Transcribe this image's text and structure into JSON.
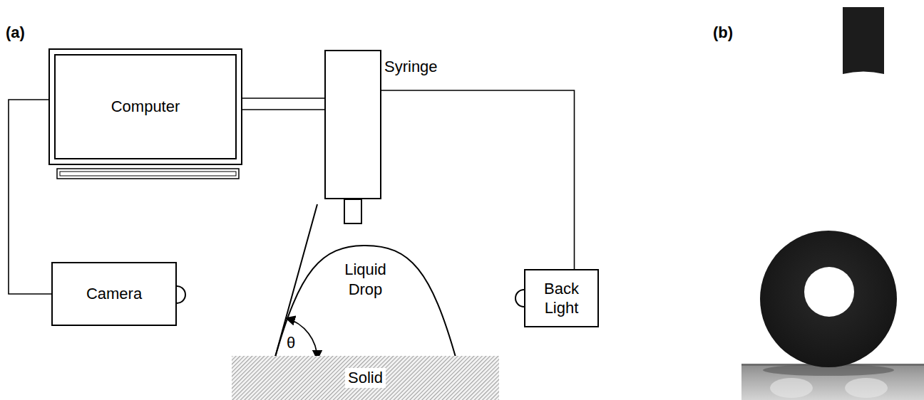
{
  "diagram": {
    "nodes": [
      {
        "text": [
          "Computer"
        ]
      },
      {
        "text": [
          "Syringe"
        ]
      },
      {
        "text": [
          "Camera"
        ]
      },
      {
        "text": [
          "Liquid Drop"
        ]
      },
      {
        "text": [
          "Back Light"
        ]
      },
      {
        "text": [
          "Solid"
        ]
      }
    ],
    "edges": [
      {
        "from": 0,
        "to": 1,
        "arrow": "none"
      },
      {
        "from": 0,
        "to": 1,
        "arrow": "none"
      },
      {
        "from": 0,
        "to": 2,
        "arrow": "none"
      },
      {
        "from": 1,
        "to": 4,
        "arrow": "none"
      }
    ],
    "labels": [
      "(a)",
      "θ",
      "(b)"
    ]
  }
}
